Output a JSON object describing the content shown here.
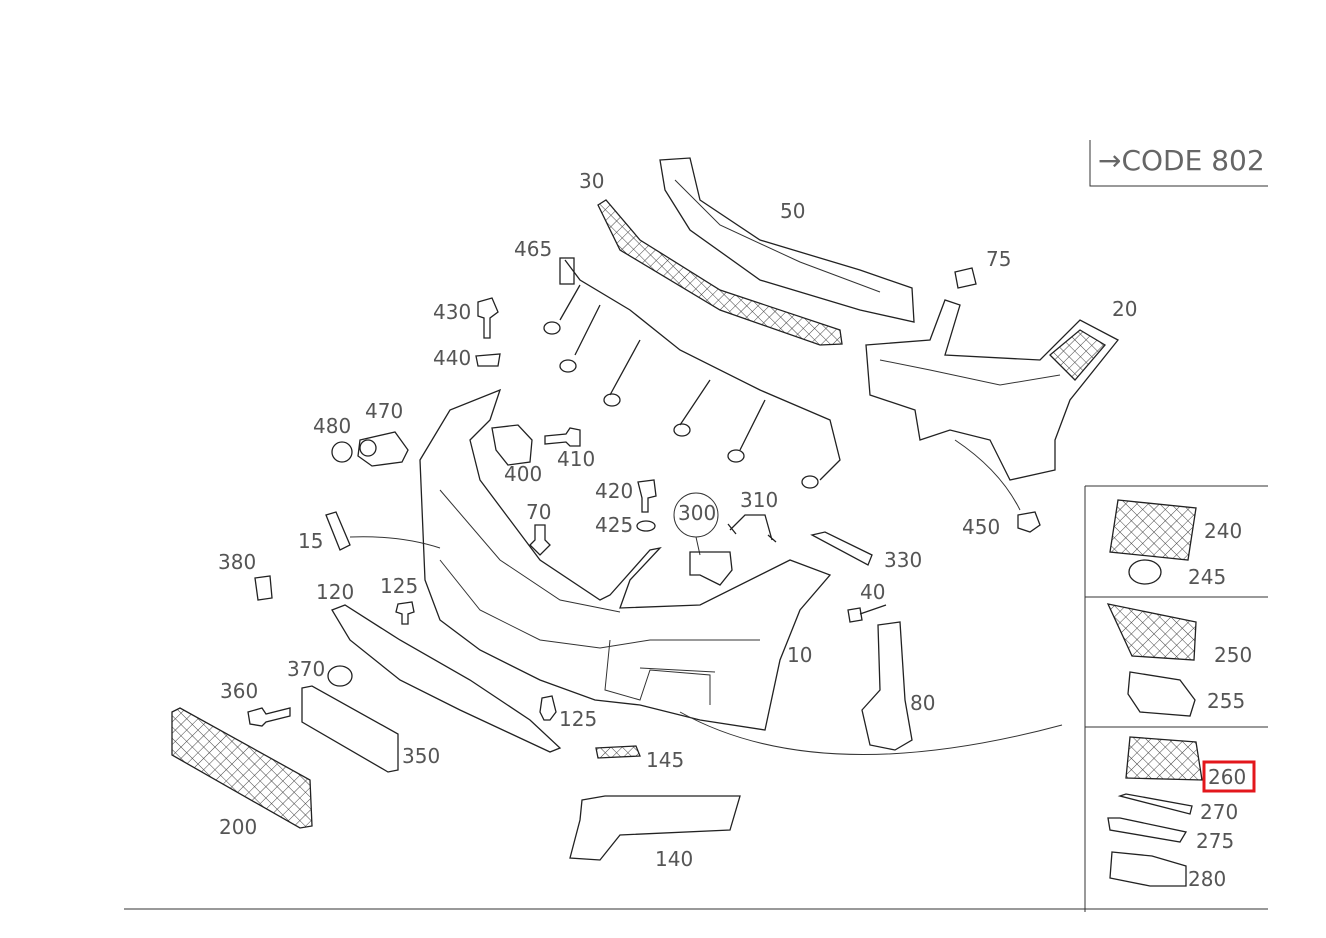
{
  "code_reference": "CODE 802",
  "arrow_glyph": "→",
  "highlighted_callout": "260",
  "callouts": [
    "10",
    "15",
    "20",
    "30",
    "40",
    "50",
    "70",
    "75",
    "80",
    "120",
    "125",
    "125",
    "140",
    "145",
    "200",
    "240",
    "245",
    "250",
    "255",
    "260",
    "270",
    "275",
    "280",
    "300",
    "310",
    "330",
    "350",
    "360",
    "370",
    "380",
    "400",
    "410",
    "420",
    "425",
    "430",
    "440",
    "450",
    "465",
    "470",
    "480"
  ]
}
